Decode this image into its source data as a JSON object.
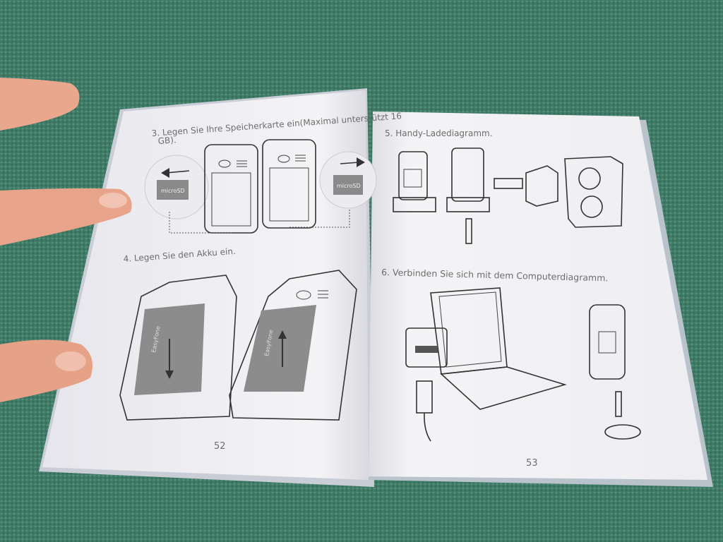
{
  "left_page": {
    "step3": "3. Legen Sie Ihre Speicherkarte ein(Maximal unterstützt 16",
    "step3_cont": "GB).",
    "step4": "4. Legen Sie den Akku ein.",
    "card_label_left": "microSD",
    "card_label_right": "microSD",
    "battery_label_1": "EasyFone",
    "battery_label_2": "EasyFone",
    "page_number": "52"
  },
  "right_page": {
    "step5": "5. Handy-Ladediagramm.",
    "step6": "6. Verbinden Sie sich mit dem Computerdiagramm.",
    "page_number": "53"
  },
  "colors": {
    "carpet": "#3f7a66",
    "paper": "#f1f0f4",
    "skin": "#e9a78e"
  }
}
